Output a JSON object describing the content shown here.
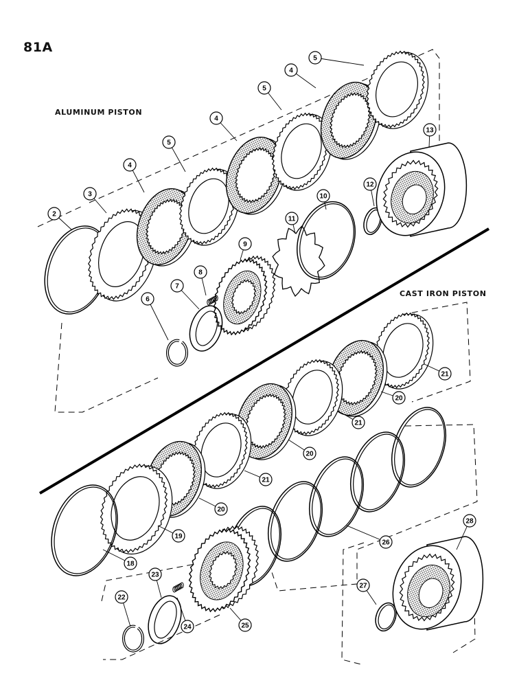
{
  "page_number": "81A",
  "headings": {
    "aluminum": "ALUMINUM PISTON",
    "cast_iron": "CAST IRON PISTON"
  },
  "callouts": {
    "c2": "2",
    "c3": "3",
    "c4a": "4",
    "c4b": "4",
    "c4c": "4",
    "c5a": "5",
    "c5b": "5",
    "c5c": "5",
    "c6": "6",
    "c7": "7",
    "c8": "8",
    "c9": "9",
    "c10": "10",
    "c11": "11",
    "c12": "12",
    "c13": "13",
    "c18": "18",
    "c19": "19",
    "c20a": "20",
    "c20b": "20",
    "c20c": "20",
    "c21a": "21",
    "c21b": "21",
    "c21c": "21",
    "c22": "22",
    "c23": "23",
    "c24": "24",
    "c25": "25",
    "c26": "26",
    "c27": "27",
    "c28": "28"
  }
}
